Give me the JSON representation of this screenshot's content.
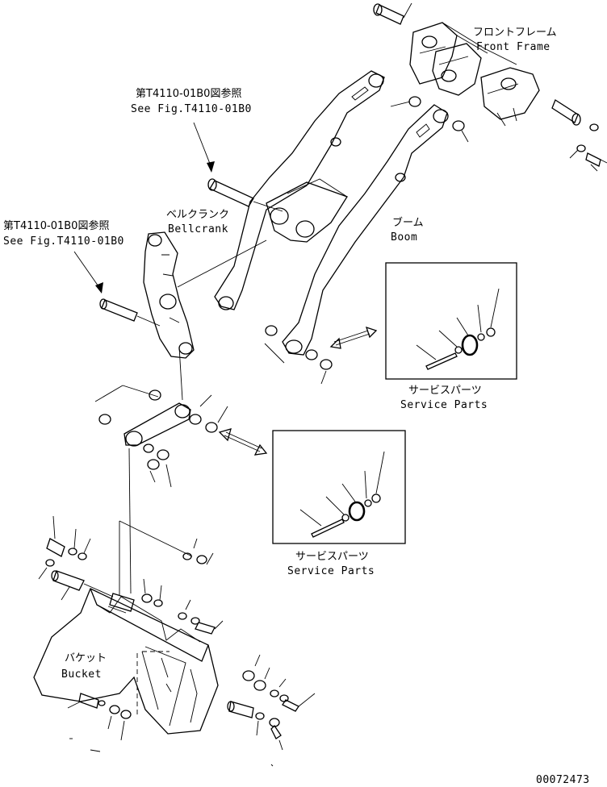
{
  "labels": {
    "front_frame_jp": "フロントフレーム",
    "front_frame_en": "Front Frame",
    "ref_top_jp": "第T4110-01B0図参照",
    "ref_top_en": "See Fig.T4110-01B0",
    "ref_left_jp": "第T4110-01B0図参照",
    "ref_left_en": "See Fig.T4110-01B0",
    "bellcrank_jp": "ベルクランク",
    "bellcrank_en": "Bellcrank",
    "boom_jp": "ブーム",
    "boom_en": "Boom",
    "service_parts_1_jp": "サービスパーツ",
    "service_parts_1_en": "Service Parts",
    "service_parts_2_jp": "サービスパーツ",
    "service_parts_2_en": "Service Parts",
    "bucket_jp": "バケット",
    "bucket_en": "Bucket",
    "drawing_number": "00072473"
  }
}
